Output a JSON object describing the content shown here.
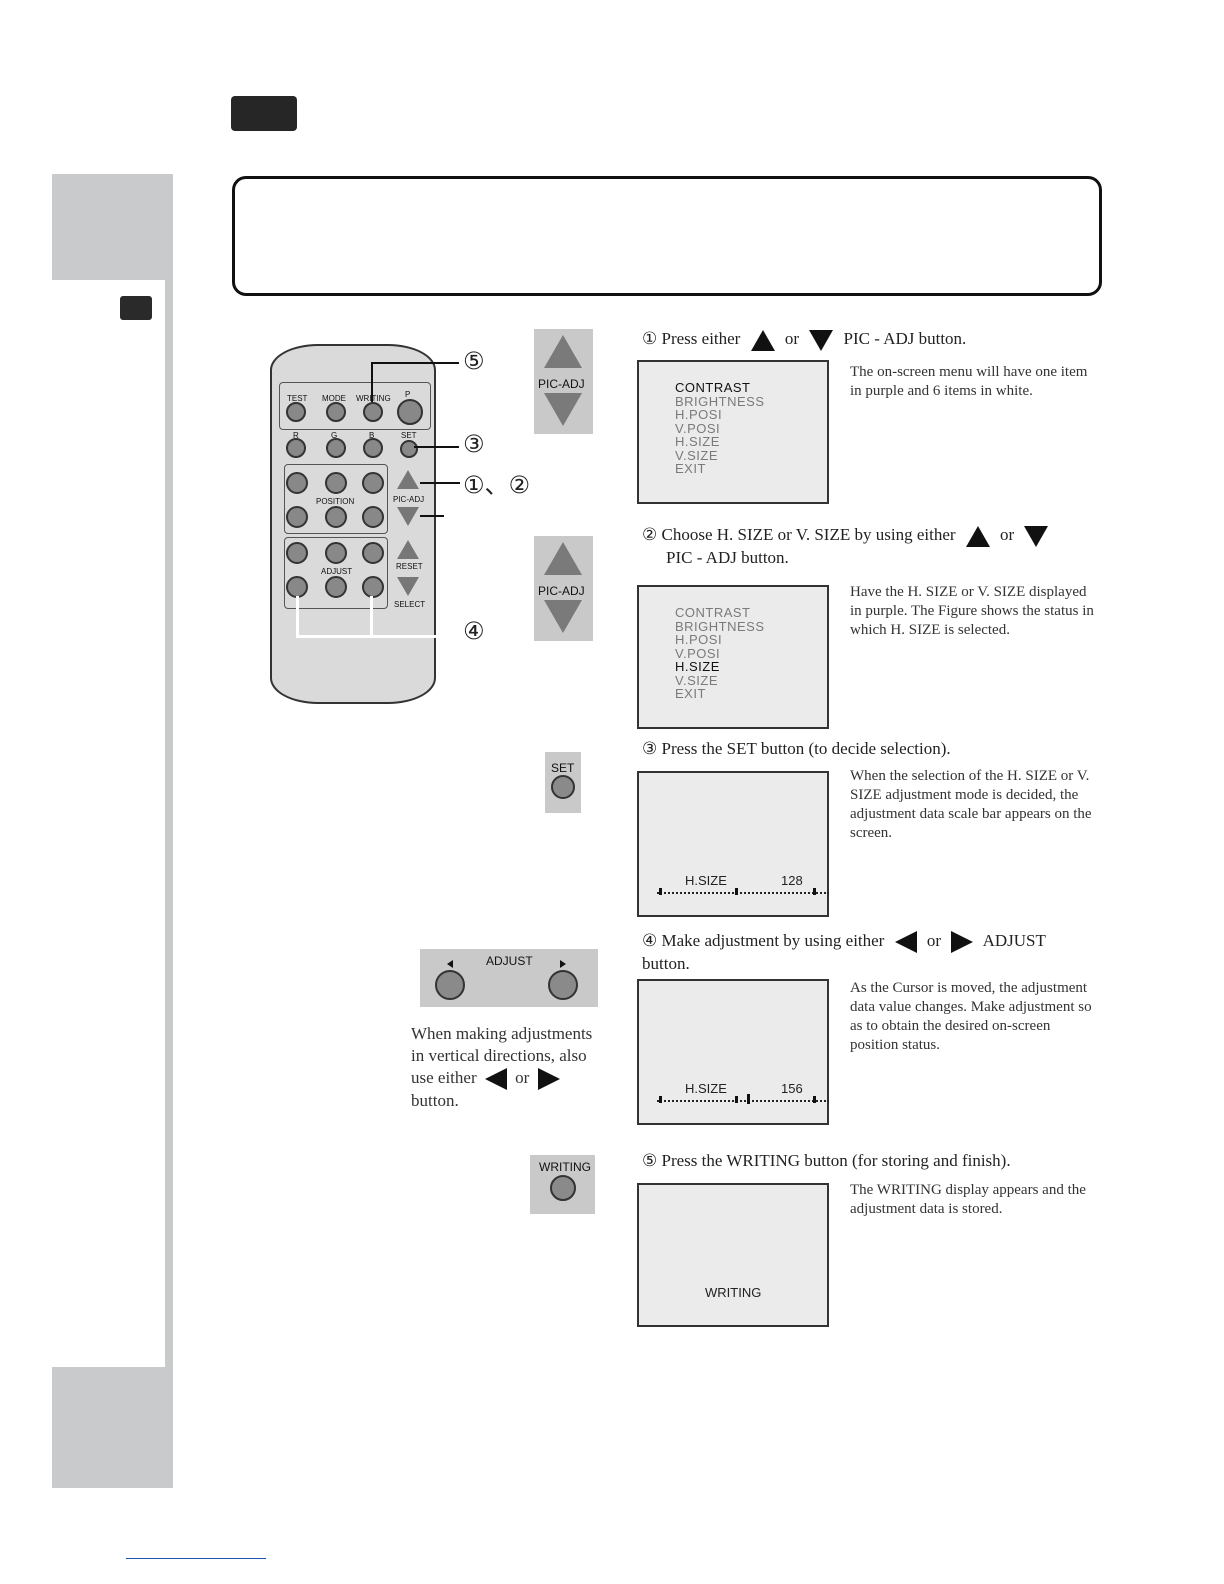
{
  "steps": [
    {
      "num": "①",
      "pre": "Press either",
      "mid": "or",
      "post": "PIC - ADJ button.",
      "desc": "The on-screen menu will have one item in purple and 6 items in white."
    },
    {
      "num": "②",
      "pre": "Choose H. SIZE or V. SIZE by using either",
      "mid": "or",
      "post": "PIC - ADJ button.",
      "desc": "Have the H. SIZE or V. SIZE displayed in purple. The Figure shows the status in which H. SIZE is selected."
    },
    {
      "num": "③",
      "text": "Press the SET button (to decide selection).",
      "desc": "When the selection of the H. SIZE or V. SIZE adjustment mode is decided, the adjustment data scale bar appears on the screen."
    },
    {
      "num": "④",
      "pre": "Make adjustment by using either",
      "mid": "or",
      "post": "ADJUST button.",
      "desc": "As the Cursor is moved, the adjustment data value changes. Make adjustment so as to obtain the desired on-screen position status."
    },
    {
      "num": "⑤",
      "text": "Press the WRITING button (for storing and finish).",
      "desc": "The WRITING display appears and the adjustment data is stored."
    }
  ],
  "menu": [
    "CONTRAST",
    "BRIGHTNESS",
    "H.POSI",
    "V.POSI",
    "H.SIZE",
    "V.SIZE",
    "EXIT"
  ],
  "screen3": {
    "label": "H.SIZE",
    "value": "128"
  },
  "screen4": {
    "label": "H.SIZE",
    "value": "156"
  },
  "screen5": {
    "text": "WRITING"
  },
  "panels": {
    "pic_adj": "PIC-ADJ",
    "set": "SET",
    "adjust": "ADJUST",
    "writing": "WRITING"
  },
  "note": {
    "line1": "When making adjustments",
    "line2": "in vertical directions, also",
    "pre": "use either",
    "mid": "or",
    "post": "button."
  },
  "remote": {
    "row1": [
      "TEST",
      "MODE",
      "WRITING",
      "P"
    ],
    "row2": [
      "R",
      "G",
      "B",
      "SET"
    ],
    "position": "POSITION",
    "pic_adj": "PIC-ADJ",
    "adjust": "ADJUST",
    "reset": "RESET",
    "select": "SELECT",
    "callouts": {
      "c5": "⑤",
      "c3": "③",
      "c12": "①、②",
      "c4": "④"
    }
  }
}
